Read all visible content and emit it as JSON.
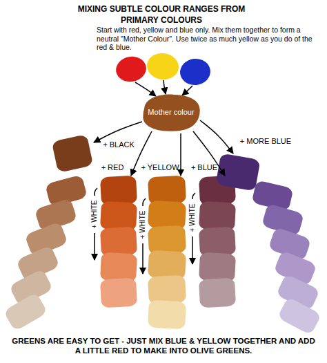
{
  "diagram": {
    "title": "MIXING SUBTLE COLOUR RANGES FROM PRIMARY COLOURS",
    "nodes": [
      {
        "text": [
          "Mother colour"
        ]
      }
    ],
    "labels": [
      "Start with red, yellow and blue only. Mix them together to form a neutral \"Mother Colour\". Use twice as much yellow as you do of the red & blue.",
      "+ BLACK",
      "+ MORE BLUE",
      "+ RED",
      "+ YELLOW",
      "+ BLUE",
      "+ WHITE",
      "+ WHITE",
      "+ WHITE",
      "GREENS ARE EASY TO GET - JUST MIX BLUE & YELLOW TOGETHER AND ADD A LITTLE RED TO MAKE INTO OLIVE GREENS."
    ]
  }
}
